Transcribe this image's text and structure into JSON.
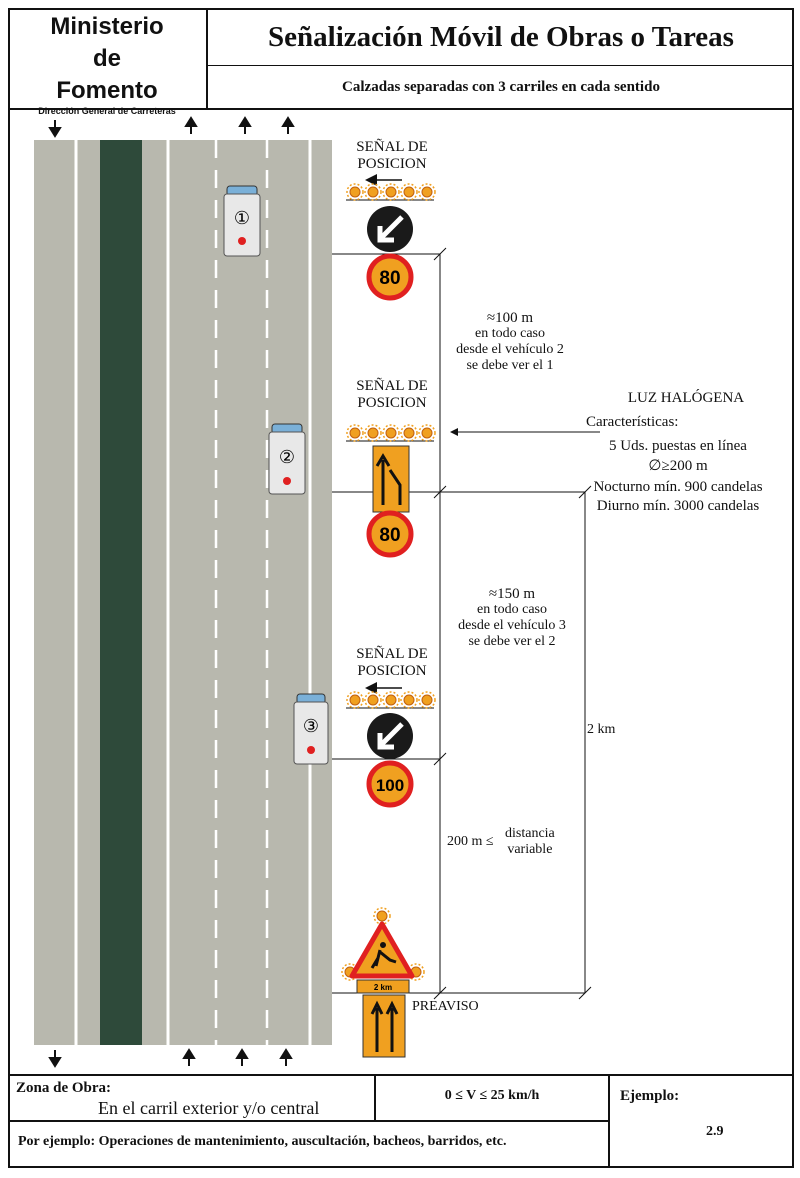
{
  "header": {
    "ministry_line1": "Ministerio",
    "ministry_line2": "de",
    "ministry_line3": "Fomento",
    "ministry_sub": "Dirección General de Carreteras",
    "title": "Señalización Móvil de Obras o Tareas",
    "subtitle": "Calzadas separadas con 3 carriles en cada sentido"
  },
  "diagram": {
    "position_sign_label_1": "SEÑAL DE",
    "position_sign_label_2": "POSICION",
    "vehicles": [
      "①",
      "②",
      "③"
    ],
    "speed_limits": [
      "80",
      "80",
      "100"
    ],
    "preaviso_panel_text": "2 km",
    "preaviso_label": "PREAVISO",
    "dist1": {
      "value": "≈100 m",
      "l1": "en todo caso",
      "l2": "desde el vehículo 2",
      "l3": "se debe ver el 1"
    },
    "dist2": {
      "value": "≈150 m",
      "l1": "en todo caso",
      "l2": "desde el vehículo 3",
      "l3": "se debe ver el 2"
    },
    "dist3": {
      "prefix": "200 m ≤",
      "l1": "distancia",
      "l2": "variable"
    },
    "total_distance": "2 km",
    "halogen": {
      "title": "LUZ HALÓGENA",
      "features": "Características:",
      "line1": "5 Uds. puestas en línea",
      "line2": "∅≥200 m",
      "line3": "Nocturno mín. 900 candelas",
      "line4": "Diurno mín. 3000 candelas"
    },
    "colors": {
      "sign_orange": "#f0a020",
      "sign_red": "#e02020",
      "asphalt": "#b8b8ae",
      "median": "#2e4a3a"
    }
  },
  "footer": {
    "zone_label": "Zona de Obra:",
    "zone_value": "En el carril exterior y/o central",
    "speed": "0 ≤ V ≤ 25 km/h",
    "example_label": "Ejemplo:",
    "example_value": "2.9",
    "note": "Por ejemplo: Operaciones de mantenimiento, auscultación, bacheos, barridos, etc."
  }
}
